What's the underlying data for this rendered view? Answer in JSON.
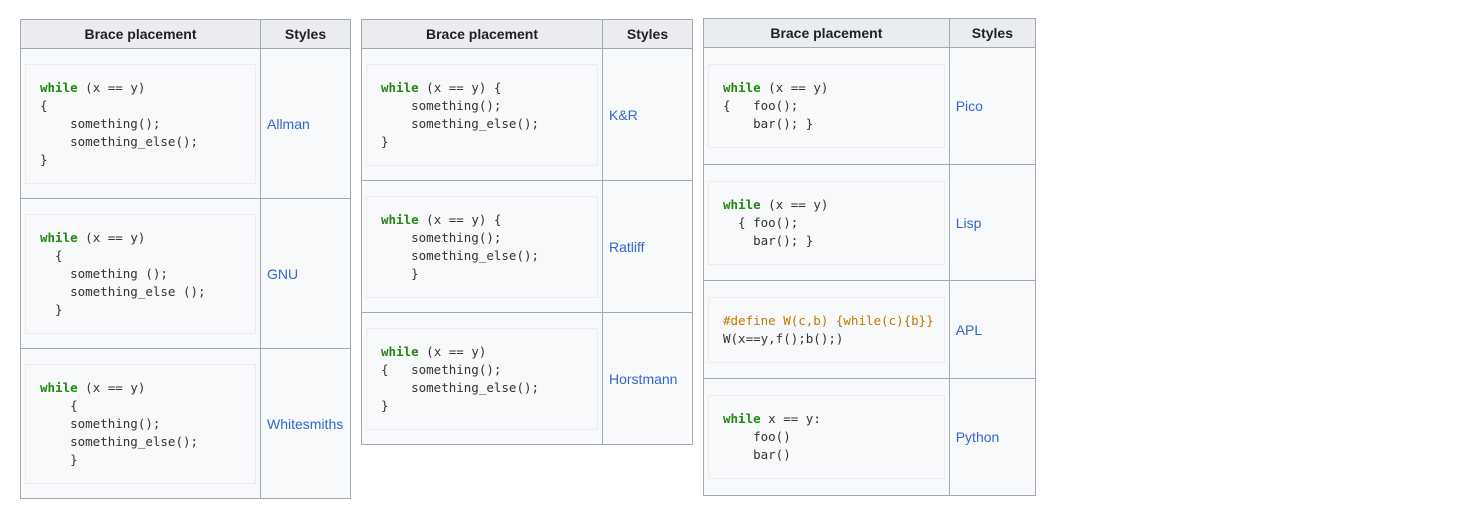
{
  "headers": {
    "brace_placement": "Brace placement",
    "styles": "Styles"
  },
  "colors": {
    "keyword": "#228811",
    "preprocessor": "#bc7a00",
    "link": "#3366cc",
    "header_bg": "#eaecf0",
    "border": "#a2a9b1",
    "cell_bg": "#f8f9fa"
  },
  "tables": [
    {
      "rows": [
        {
          "style": "Allman",
          "lines": [
            {
              "kw": "while",
              "rest": " (x == y)"
            },
            {
              "text": "{"
            },
            {
              "text": "    something();"
            },
            {
              "text": "    something_else();"
            },
            {
              "text": "}"
            }
          ]
        },
        {
          "style": "GNU",
          "lines": [
            {
              "kw": "while",
              "rest": " (x == y)"
            },
            {
              "text": "  {"
            },
            {
              "text": "    something ();"
            },
            {
              "text": "    something_else ();"
            },
            {
              "text": "  }"
            }
          ]
        },
        {
          "style": "Whitesmiths",
          "lines": [
            {
              "kw": "while",
              "rest": " (x == y)"
            },
            {
              "text": "    {"
            },
            {
              "text": "    something();"
            },
            {
              "text": "    something_else();"
            },
            {
              "text": "    }"
            }
          ]
        }
      ]
    },
    {
      "rows": [
        {
          "style": "K&R",
          "lines": [
            {
              "kw": "while",
              "rest": " (x == y) {"
            },
            {
              "text": "    something();"
            },
            {
              "text": "    something_else();"
            },
            {
              "text": "}"
            }
          ]
        },
        {
          "style": "Ratliff",
          "lines": [
            {
              "kw": "while",
              "rest": " (x == y) {"
            },
            {
              "text": "    something();"
            },
            {
              "text": "    something_else();"
            },
            {
              "text": "    }"
            }
          ]
        },
        {
          "style": "Horstmann",
          "lines": [
            {
              "kw": "while",
              "rest": " (x == y)"
            },
            {
              "text": "{   something();"
            },
            {
              "text": "    something_else();"
            },
            {
              "text": "}"
            }
          ]
        }
      ]
    },
    {
      "rows": [
        {
          "style": "Pico",
          "lines": [
            {
              "kw": "while",
              "rest": " (x == y)"
            },
            {
              "text": "{   foo();"
            },
            {
              "text": "    bar(); }"
            }
          ]
        },
        {
          "style": "Lisp",
          "lines": [
            {
              "kw": "while",
              "rest": " (x == y)"
            },
            {
              "text": "  { foo();"
            },
            {
              "text": "    bar(); }"
            }
          ]
        },
        {
          "style": "APL",
          "lines": [
            {
              "pp": "#define W(c,b) {while(c){b}}"
            },
            {
              "text": "W(x==y,f();b();)"
            }
          ]
        },
        {
          "style": "Python",
          "lines": [
            {
              "kw": "while",
              "rest": " x == y:"
            },
            {
              "text": "    foo()"
            },
            {
              "text": "    bar()"
            }
          ]
        }
      ]
    }
  ]
}
